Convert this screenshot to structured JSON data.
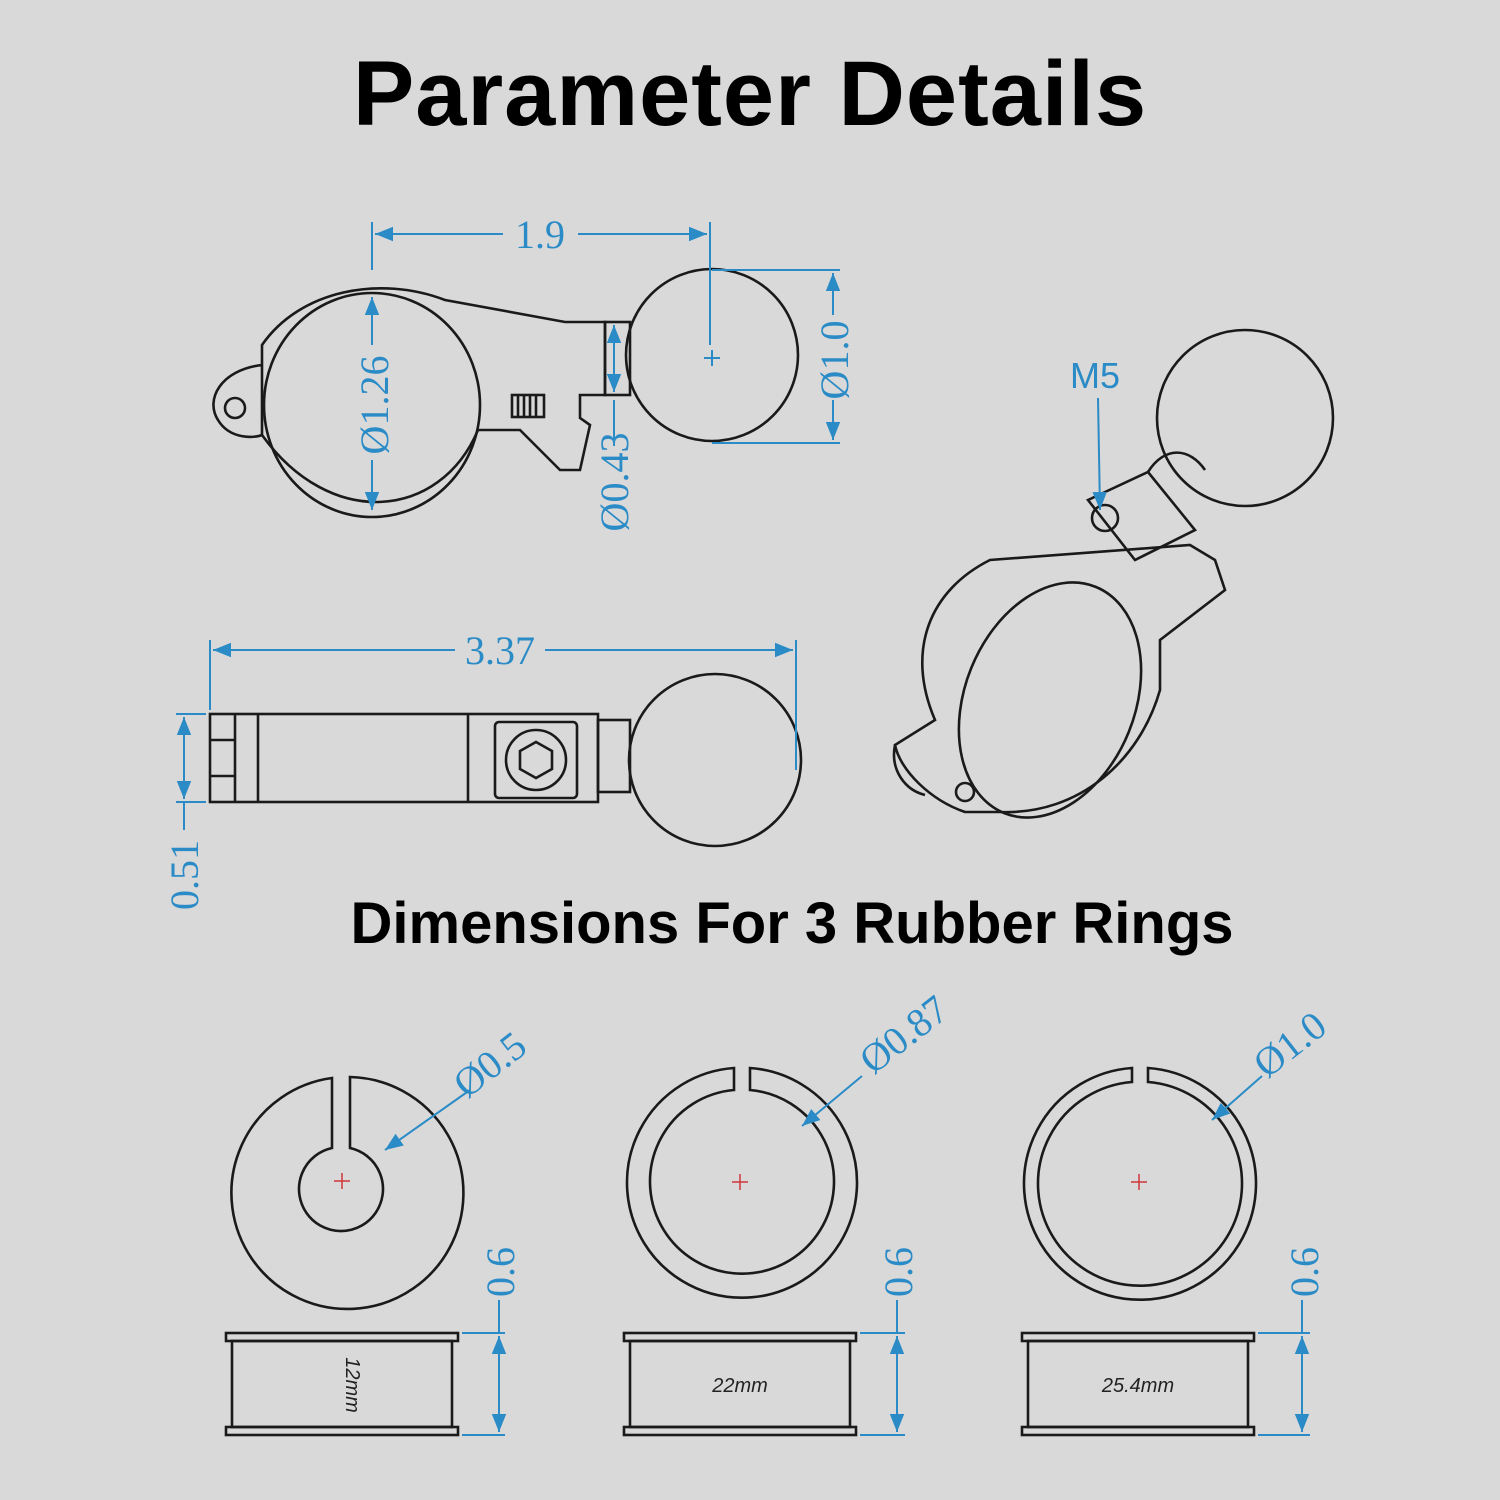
{
  "titles": {
    "main": "Parameter Details",
    "sub": "Dimensions For 3 Rubber Rings"
  },
  "clamp_top_view": {
    "width_label": "1.9",
    "clamp_diameter_label": "Ø1.26",
    "ball_diameter_label": "Ø1.0",
    "neck_diameter_label": "Ø0.43"
  },
  "clamp_side_view": {
    "length_label": "3.37",
    "thickness_label": "0.51"
  },
  "perspective_view": {
    "screw_label": "M5"
  },
  "rubber_rings": [
    {
      "diameter_label": "Ø0.5",
      "height_label": "0.6",
      "size_label": "12mm"
    },
    {
      "diameter_label": "Ø0.87",
      "height_label": "0.6",
      "size_label": "22mm"
    },
    {
      "diameter_label": "Ø1.0",
      "height_label": "0.6",
      "size_label": "25.4mm"
    }
  ],
  "colors": {
    "dimension": "#2a8bc6",
    "outline": "#1a1a1a",
    "center_mark": "#d0363a",
    "background": "#d9d9d9"
  }
}
